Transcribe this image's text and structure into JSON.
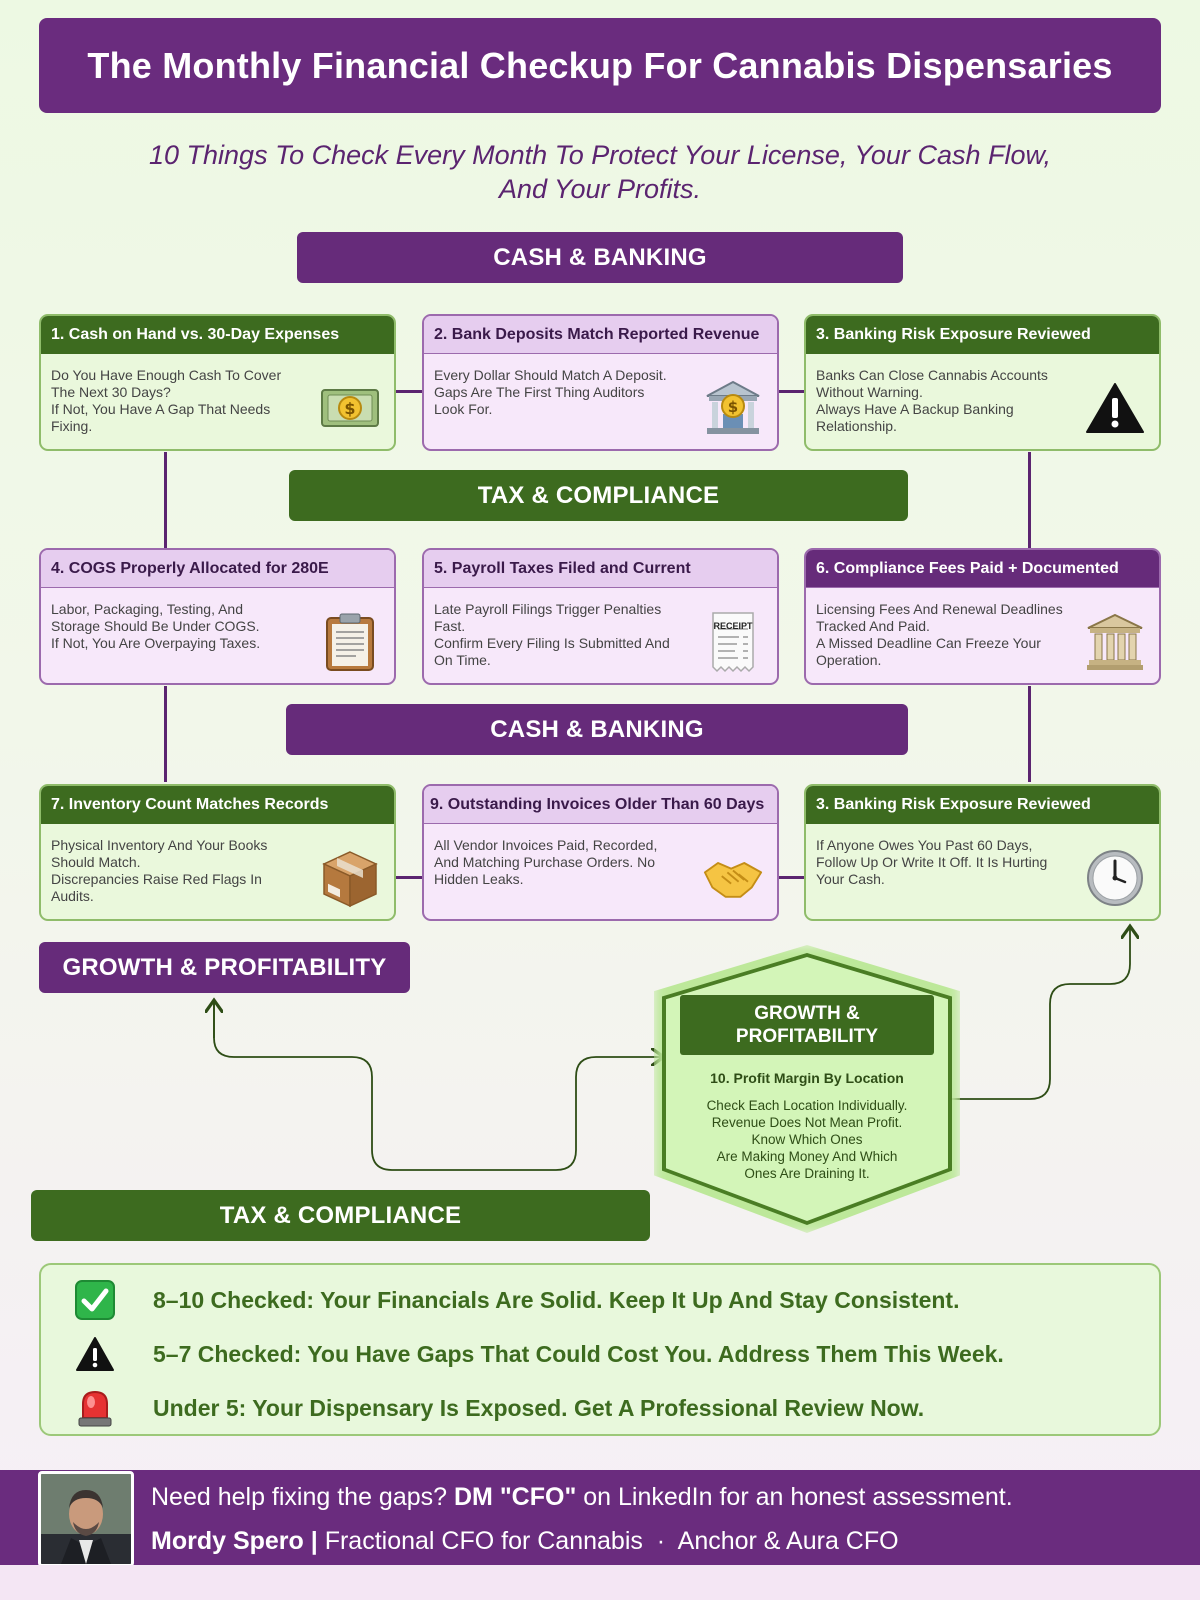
{
  "title": "The Monthly Financial Checkup For Cannabis Dispensaries",
  "subtitle_line1": "10 Things To Check Every Month To Protect Your License, Your Cash Flow,",
  "subtitle_line2": "And Your Profits.",
  "sections": {
    "s1": "CASH & BANKING",
    "s2": "TAX & COMPLIANCE",
    "s3": "CASH & BANKING",
    "s4": "GROWTH & PROFITABILITY",
    "s5": "TAX & COMPLIANCE"
  },
  "cards": [
    {
      "title": "1. Cash on Hand vs. 30-Day Expenses",
      "lines": [
        "Do You Have Enough Cash To Cover",
        "The Next 30 Days?",
        "If Not, You Have A Gap That Needs",
        "Fixing."
      ],
      "icon": "money-icon"
    },
    {
      "title": "2. Bank Deposits Match Reported Revenue",
      "lines": [
        "Every Dollar Should Match A Deposit.",
        "Gaps Are The First Thing Auditors",
        "Look For."
      ],
      "icon": "bank-icon"
    },
    {
      "title": "3. Banking Risk Exposure Reviewed",
      "lines": [
        "Banks Can Close Cannabis Accounts",
        "Without Warning.",
        "Always Have A Backup Banking",
        "Relationship."
      ],
      "icon": "warning-icon"
    },
    {
      "title": "4. COGS Properly Allocated for 280E",
      "lines": [
        "Labor, Packaging, Testing, And",
        "Storage Should Be Under COGS.",
        "If Not, You Are Overpaying Taxes."
      ],
      "icon": "clipboard-icon"
    },
    {
      "title": "5. Payroll Taxes Filed and Current",
      "lines": [
        "Late Payroll Filings Trigger Penalties",
        "Fast.",
        "Confirm Every Filing Is Submitted And",
        "On Time."
      ],
      "icon": "receipt-icon",
      "receipt_label": "RECEIPT"
    },
    {
      "title": "6. Compliance Fees Paid + Documented",
      "lines": [
        "Licensing Fees And Renewal Deadlines",
        "Tracked And Paid.",
        "A Missed Deadline Can Freeze Your",
        "Operation."
      ],
      "icon": "courthouse-icon"
    },
    {
      "title": "7. Inventory Count Matches Records",
      "lines": [
        "Physical Inventory And Your Books",
        "Should Match.",
        "Discrepancies Raise Red Flags In",
        "Audits."
      ],
      "icon": "package-icon"
    },
    {
      "title": "9. Outstanding Invoices Older Than 60 Days",
      "lines": [
        "All Vendor Invoices Paid, Recorded,",
        "And Matching Purchase Orders. No",
        "Hidden Leaks."
      ],
      "icon": "handshake-icon"
    },
    {
      "title": "3. Banking Risk Exposure Reviewed",
      "lines": [
        "If Anyone Owes You Past 60 Days,",
        "Follow Up Or Write It Off. It Is Hurting",
        "Your Cash."
      ],
      "icon": "clock-icon"
    }
  ],
  "hexagon": {
    "title_line1": "GROWTH &",
    "title_line2": "PROFITABILITY",
    "subtitle": "10. Profit Margin By Location",
    "lines": [
      "Check Each Location Individually.",
      "Revenue Does Not Mean Profit.",
      "Know Which Ones",
      "Are Making Money And Which",
      "Ones Are Draining It."
    ]
  },
  "scores": [
    {
      "icon": "check-icon",
      "text": "8–10 Checked: Your Financials Are Solid. Keep It Up And Stay Consistent."
    },
    {
      "icon": "warning-icon",
      "text": "5–7 Checked: You Have Gaps That Could Cost You. Address Them This Week."
    },
    {
      "icon": "siren-icon",
      "text": "Under 5: Your Dispensary Is Exposed. Get A Professional Review Now."
    }
  ],
  "footer": {
    "line1_pre": "Need help fixing the gaps? ",
    "line1_bold": "DM \"CFO\"",
    "line1_post": " on LinkedIn for an honest assessment.",
    "name": "Mordy Spero",
    "separator": "|",
    "role": "Fractional CFO for Cannabis",
    "dot": "·",
    "company": "Anchor & Aura CFO"
  },
  "colors": {
    "purple": "#6a2c7e",
    "green": "#3d6b1f",
    "card_green_bg": "#eaf8dc",
    "card_purple_bg": "#f7e8fa"
  }
}
